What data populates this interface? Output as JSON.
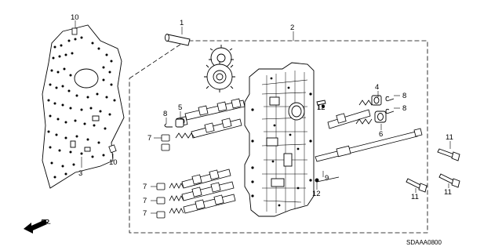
{
  "diagram": {
    "callouts": {
      "c1": "1",
      "c2": "2",
      "c3": "3",
      "c4": "4",
      "c5": "5",
      "c6": "6",
      "c7": "7",
      "c8": "8",
      "c9": "9",
      "c10": "10",
      "c11": "11",
      "c12": "12"
    },
    "front_label": "FR.",
    "drawing_code": "SDAAA0800"
  }
}
